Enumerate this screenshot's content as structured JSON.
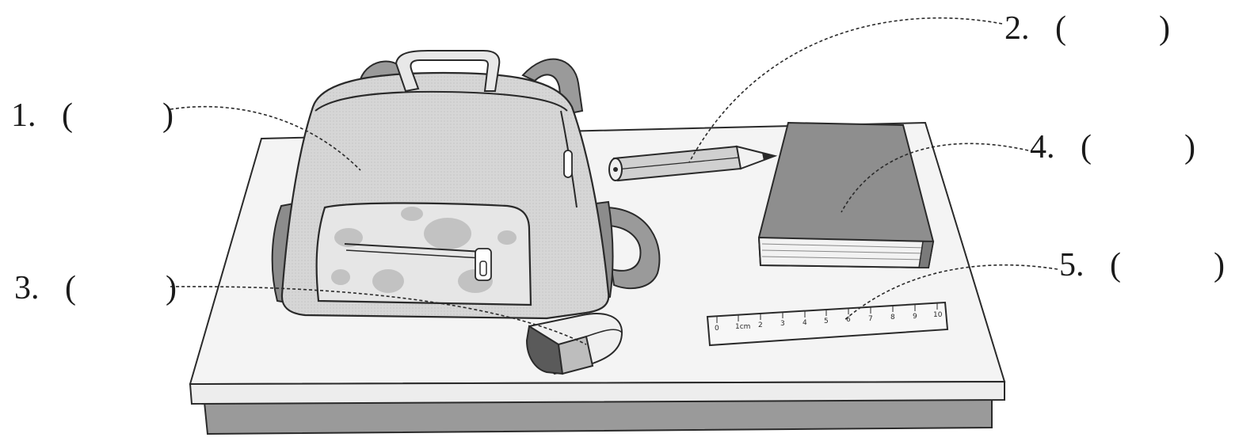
{
  "labels": [
    {
      "num": "1.",
      "open": "(",
      "close": ")"
    },
    {
      "num": "2.",
      "open": "(",
      "close": ")"
    },
    {
      "num": "3.",
      "open": "(",
      "close": ")"
    },
    {
      "num": "4.",
      "open": "(",
      "close": ")"
    },
    {
      "num": "5.",
      "open": "(",
      "close": ")"
    }
  ],
  "ruler": {
    "unit": "1cm",
    "ticks": [
      "0",
      "2",
      "3",
      "4",
      "5",
      "6",
      "7",
      "8",
      "9",
      "10"
    ]
  },
  "colors": {
    "outline": "#2a2a2a",
    "table_top": "#f4f4f4",
    "table_side": "#9a9a9a",
    "bag_light": "#d4d4d4",
    "bag_dark": "#8c8c8c",
    "book": "#8e8e8e",
    "eraser": "#5a5a5a"
  },
  "objects": [
    "schoolbag-icon",
    "pencil-icon",
    "eraser-icon",
    "book-icon",
    "ruler-icon"
  ]
}
